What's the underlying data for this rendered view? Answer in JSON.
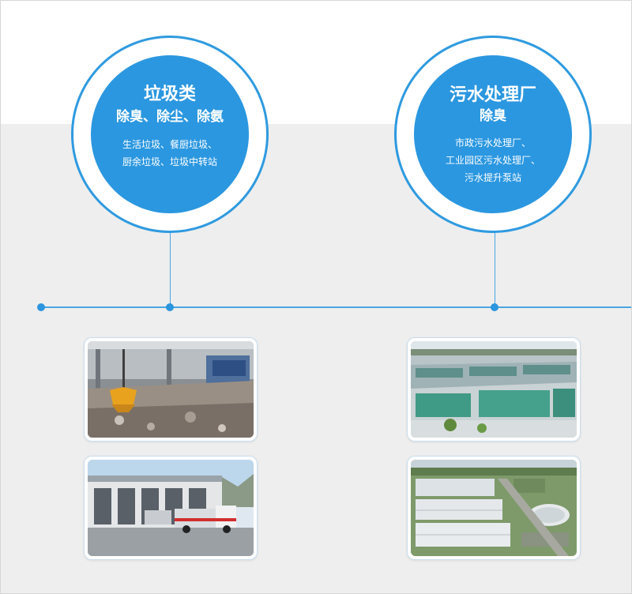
{
  "categories": [
    {
      "title": "垃圾类",
      "subtitle": "除臭、除尘、除氨",
      "description_lines": [
        "生活垃圾、餐厨垃圾、",
        "厨余垃圾、垃圾中转站"
      ],
      "photos": [
        "waste-pit-grab-crane-photo",
        "waste-transfer-station-photo"
      ]
    },
    {
      "title": "污水处理厂",
      "subtitle": "除臭",
      "description_lines": [
        "市政污水处理厂、",
        "工业园区污水处理厂、",
        "污水提升泵站"
      ],
      "photos": [
        "sewage-treatment-tanks-photo",
        "sewage-plant-aerial-photo"
      ]
    }
  ],
  "colors": {
    "accent_blue": "#2b97e0",
    "ring_blue": "#2f9ae0",
    "line_blue": "#4aa6e0",
    "background_gray": "#eeeeee",
    "text_white": "#ffffff"
  }
}
